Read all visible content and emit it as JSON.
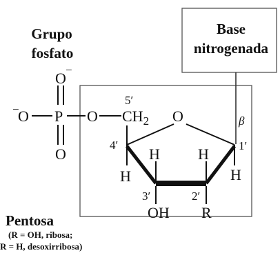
{
  "labels": {
    "grupo": "Grupo",
    "fosfato": "fosfato",
    "base_line1": "Base",
    "base_line2": "nitrogenada",
    "pentosa": "Pentosa",
    "note_line1": "(R = OH, ribosa;",
    "note_line2": "R = H, desoxirribosa)"
  },
  "atoms": {
    "o_top": "O",
    "o_top_charge": "−",
    "o_left": "O",
    "o_left_charge": "−",
    "p": "P",
    "o_bottom": "O",
    "o_link": "O",
    "ch2": "CH",
    "ch2_sub": "2",
    "ring_o": "O",
    "h_c4_left": "H",
    "h_c4_up": "H",
    "h_c1_up": "H",
    "h_c1_right": "H",
    "oh": "OH",
    "r": "R"
  },
  "positions": {
    "p5": "5′",
    "p4": "4′",
    "p3": "3′",
    "p2": "2′",
    "p1": "1′",
    "beta": "β"
  }
}
